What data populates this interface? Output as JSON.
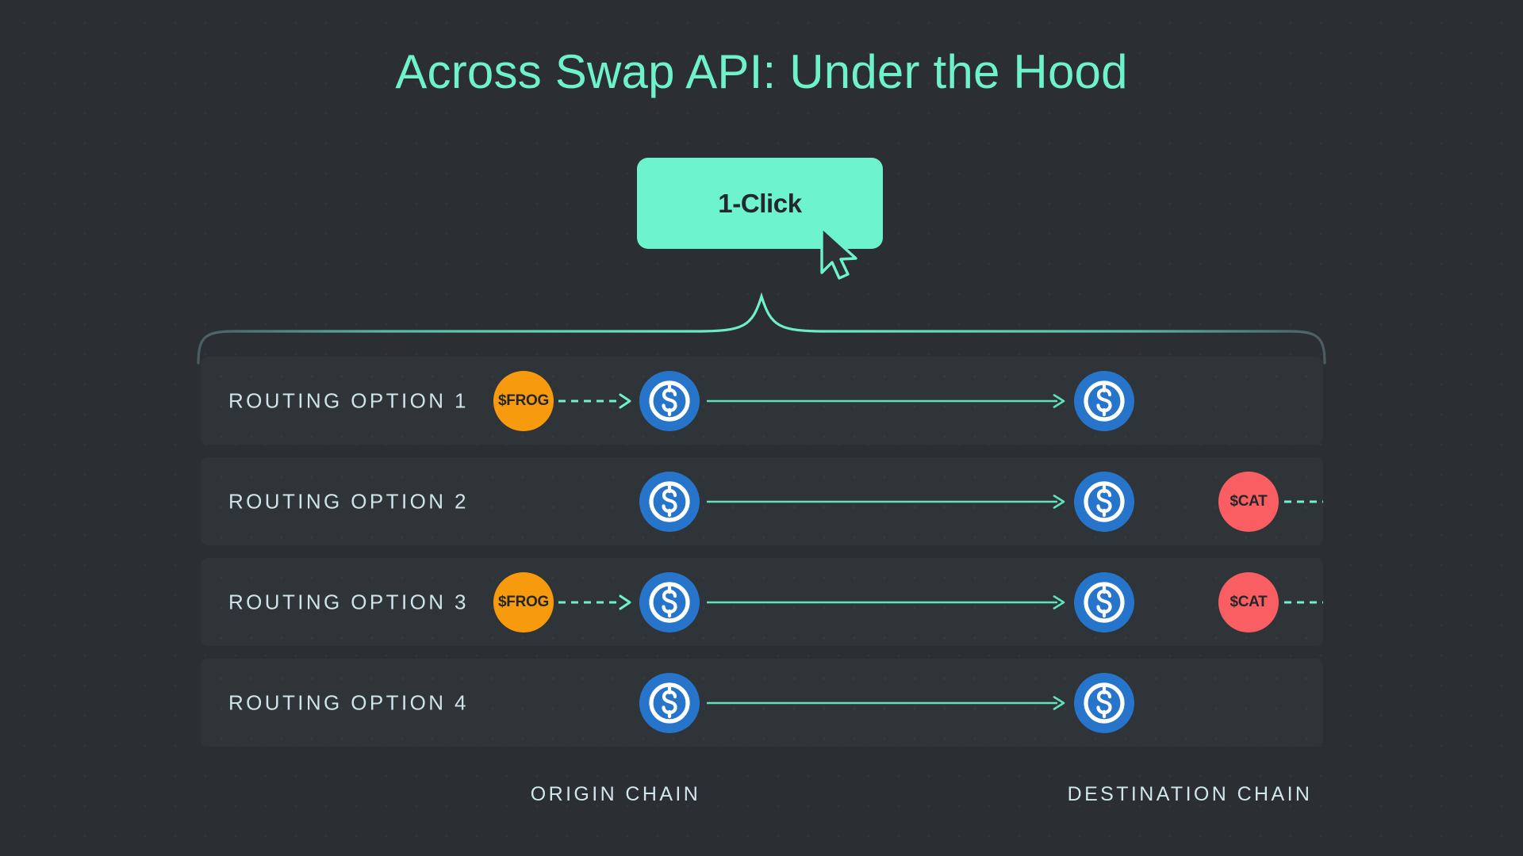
{
  "page": {
    "title": "Across Swap API: Under the Hood",
    "bg_color": "#2b2e33",
    "accent_color": "#6ef2c8"
  },
  "cta": {
    "label": "1-Click",
    "bg_color": "#6df3ce",
    "text_color": "#24272b",
    "cursor_icon": "mouse-pointer-icon"
  },
  "brace": {
    "icon": "curly-brace-icon",
    "color": "#5fd9bd"
  },
  "tokens": {
    "frog": {
      "symbol": "$FROG",
      "color": "#f79a0e"
    },
    "cat": {
      "symbol": "$CAT",
      "color": "#f85e62"
    },
    "usdc": {
      "symbol": "USDC",
      "color": "#2775ca",
      "icon": "usdc-coin-icon"
    }
  },
  "routes": [
    {
      "label": "ROUTING OPTION 1",
      "origin_token": "frog",
      "origin_swap": true,
      "destination_swap": false,
      "destination_token": null
    },
    {
      "label": "ROUTING OPTION 2",
      "origin_token": null,
      "origin_swap": false,
      "destination_swap": true,
      "destination_token": "cat"
    },
    {
      "label": "ROUTING OPTION 3",
      "origin_token": "frog",
      "origin_swap": true,
      "destination_swap": true,
      "destination_token": "cat"
    },
    {
      "label": "ROUTING OPTION 4",
      "origin_token": null,
      "origin_swap": false,
      "destination_swap": false,
      "destination_token": null
    }
  ],
  "footer": {
    "origin_chain_label": "ORIGIN CHAIN",
    "destination_chain_label": "DESTINATION CHAIN"
  }
}
